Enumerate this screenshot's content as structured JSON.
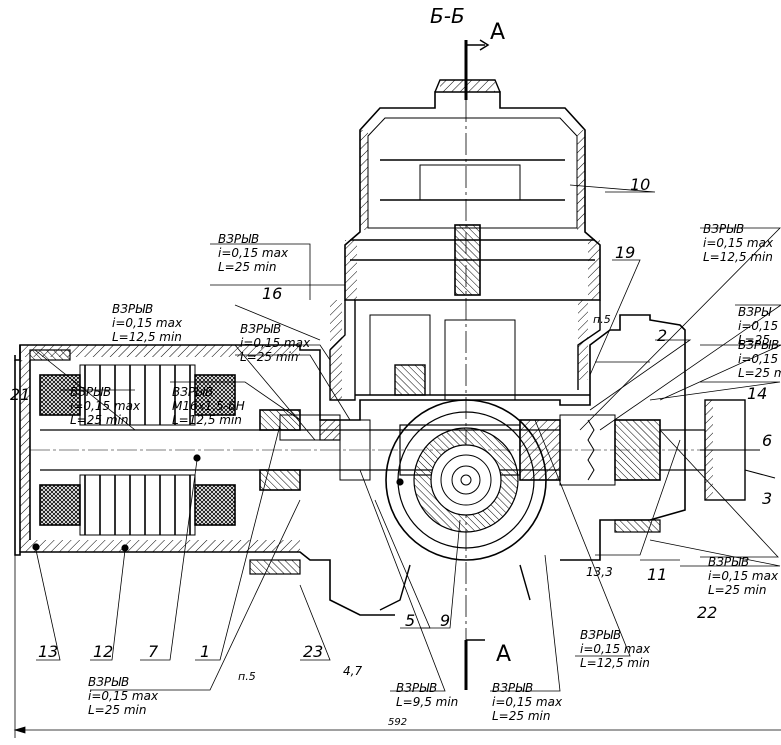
{
  "section_title": "Б-Б",
  "section_mark_top": "A",
  "section_mark_bottom": "A",
  "notes": {
    "n1": {
      "title": "ВЗРЫВ",
      "l1": "i=0,15 max",
      "l2": "L=25 min"
    },
    "n2": {
      "title": "ВЗРЫВ",
      "l1": "i=0,15 max",
      "l2": "L=12,5 min"
    },
    "n3": {
      "title": "ВЗРЫВ",
      "l1": "i=0,15 max",
      "l2": "L=25 min"
    },
    "n4": {
      "title": "ВЗРЫВ",
      "l1": "i=0,15 max",
      "l2": "L=25 min"
    },
    "n5": {
      "title": "ВЗРЫВ",
      "l1": "M16x1,5-6H",
      "l2": "L=12,5 min"
    },
    "n6": {
      "title": "ВЗРЫВ",
      "l1": "i=0,15 max",
      "l2": "L=12,5 min"
    },
    "n7": {
      "title": "ВЗРЫ",
      "l1": "i=0,15",
      "l2": "L=25"
    },
    "n8": {
      "title": "ВЗРЫВ",
      "l1": "i=0,15",
      "l2": "L=25 m"
    },
    "n9": {
      "title": "ВЗРЫВ",
      "l1": "i=0,15 max",
      "l2": "L=25 min"
    },
    "n10": {
      "title": "ВЗРЫВ",
      "l1": "i=0,15 max",
      "l2": "L=12,5 min"
    },
    "n11": {
      "title": "ВЗРЫВ",
      "l1": "L=9,5 min"
    },
    "n12": {
      "title": "ВЗРЫВ",
      "l1": "i=0,15 max",
      "l2": "L=25 min"
    },
    "n13": {
      "title": "ВЗРЫВ",
      "l1": "i=0,15 max",
      "l2": "L=25 min"
    }
  },
  "positions": [
    "1",
    "2",
    "3",
    "5",
    "6",
    "7",
    "9",
    "10",
    "11",
    "12",
    "13",
    "14",
    "16",
    "19",
    "21",
    "22",
    "23"
  ],
  "dims": {
    "d4_7": "4,7",
    "d13_3": "13,3",
    "overall": "592",
    "p5a": "п.5",
    "p5b": "п.5"
  }
}
